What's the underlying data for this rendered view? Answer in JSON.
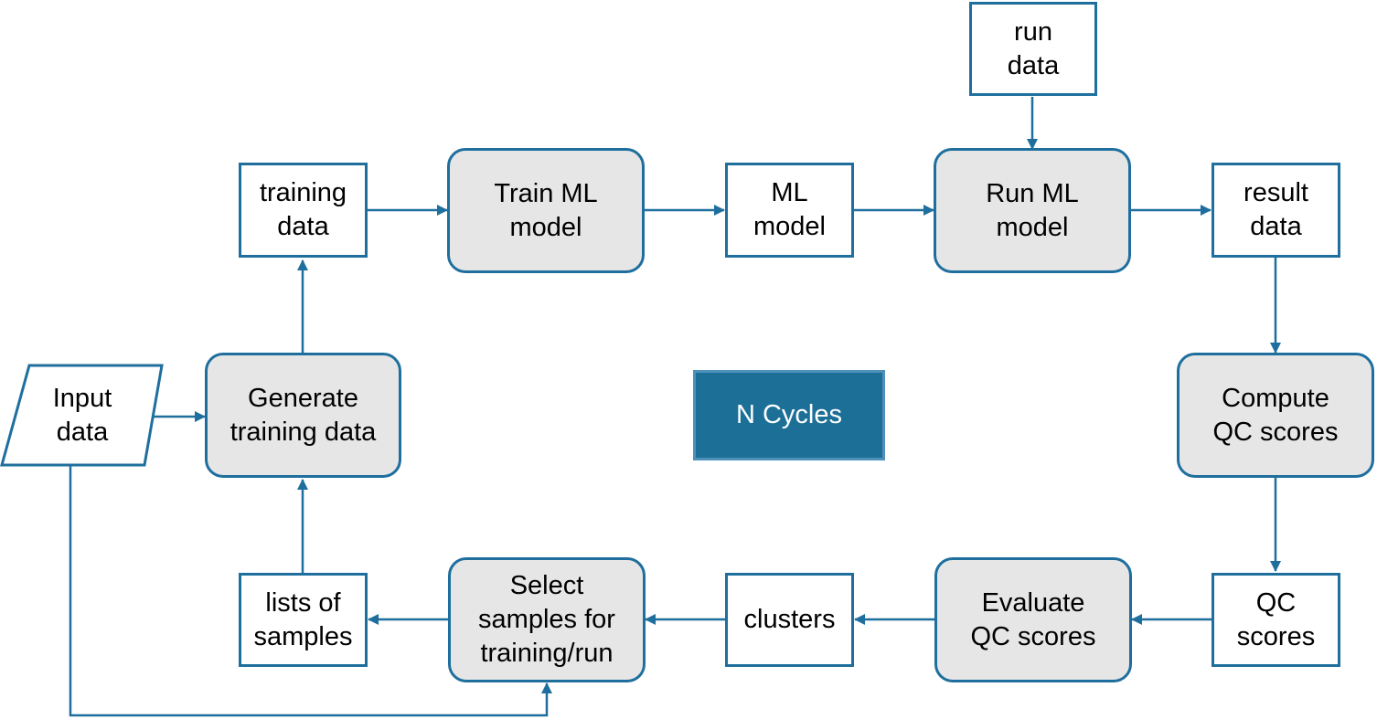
{
  "colors": {
    "stroke": "#1f6f9e",
    "process_fill": "#e6e6e6",
    "data_fill": "#ffffff",
    "cycles_fill": "#1c6f96",
    "cycles_text": "#ffffff"
  },
  "nodes": {
    "run_data": "run\ndata",
    "training_data": "training\ndata",
    "train_ml_model": "Train ML\nmodel",
    "ml_model": "ML\nmodel",
    "run_ml_model": "Run ML\nmodel",
    "result_data": "result\ndata",
    "input_data": "Input\ndata",
    "generate_training_data": "Generate\ntraining data",
    "n_cycles": "N Cycles",
    "compute_qc_scores": "Compute\nQC scores",
    "lists_of_samples": "lists of\nsamples",
    "select_samples": "Select\nsamples for\ntraining/run",
    "clusters": "clusters",
    "evaluate_qc_scores": "Evaluate\nQC scores",
    "qc_scores": "QC\nscores"
  }
}
